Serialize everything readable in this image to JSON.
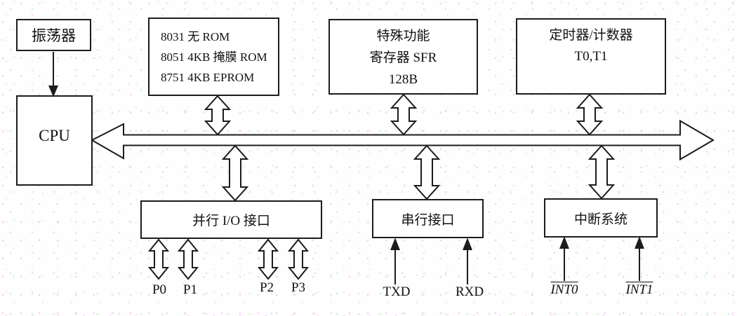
{
  "diagram": {
    "boxes": {
      "oscillator": {
        "label": "振荡器"
      },
      "cpu": {
        "label": "CPU"
      },
      "rom": {
        "lines": [
          "8031 无 ROM",
          "8051 4KB 掩膜 ROM",
          "8751 4KB EPROM"
        ]
      },
      "sfr": {
        "lines": [
          "特殊功能",
          "寄存器 SFR",
          "128B"
        ]
      },
      "timer": {
        "lines": [
          "定时器/计数器",
          "T0,T1"
        ]
      },
      "parallel_io": {
        "label": "并行 I/O 接口"
      },
      "serial": {
        "label": "串行接口"
      },
      "interrupt": {
        "label": "中断系统"
      }
    },
    "signals": {
      "ports": [
        "P0",
        "P1",
        "P2",
        "P3"
      ],
      "serial_in": [
        "TXD",
        "RXD"
      ],
      "interrupts": [
        "INT0",
        "INT1"
      ]
    },
    "icons": {
      "bus": "horizontal-bidirectional-bus-arrow",
      "link": "vertical-double-headed-arrow",
      "input": "thin-up-arrow",
      "clock": "thin-down-arrow"
    },
    "colors": {
      "line": "#1c1c1c",
      "box_fill": "#ffffff",
      "background": "#fefefe",
      "noise_pink": "#f5a0f5",
      "noise_green": "#8ce18c"
    }
  }
}
